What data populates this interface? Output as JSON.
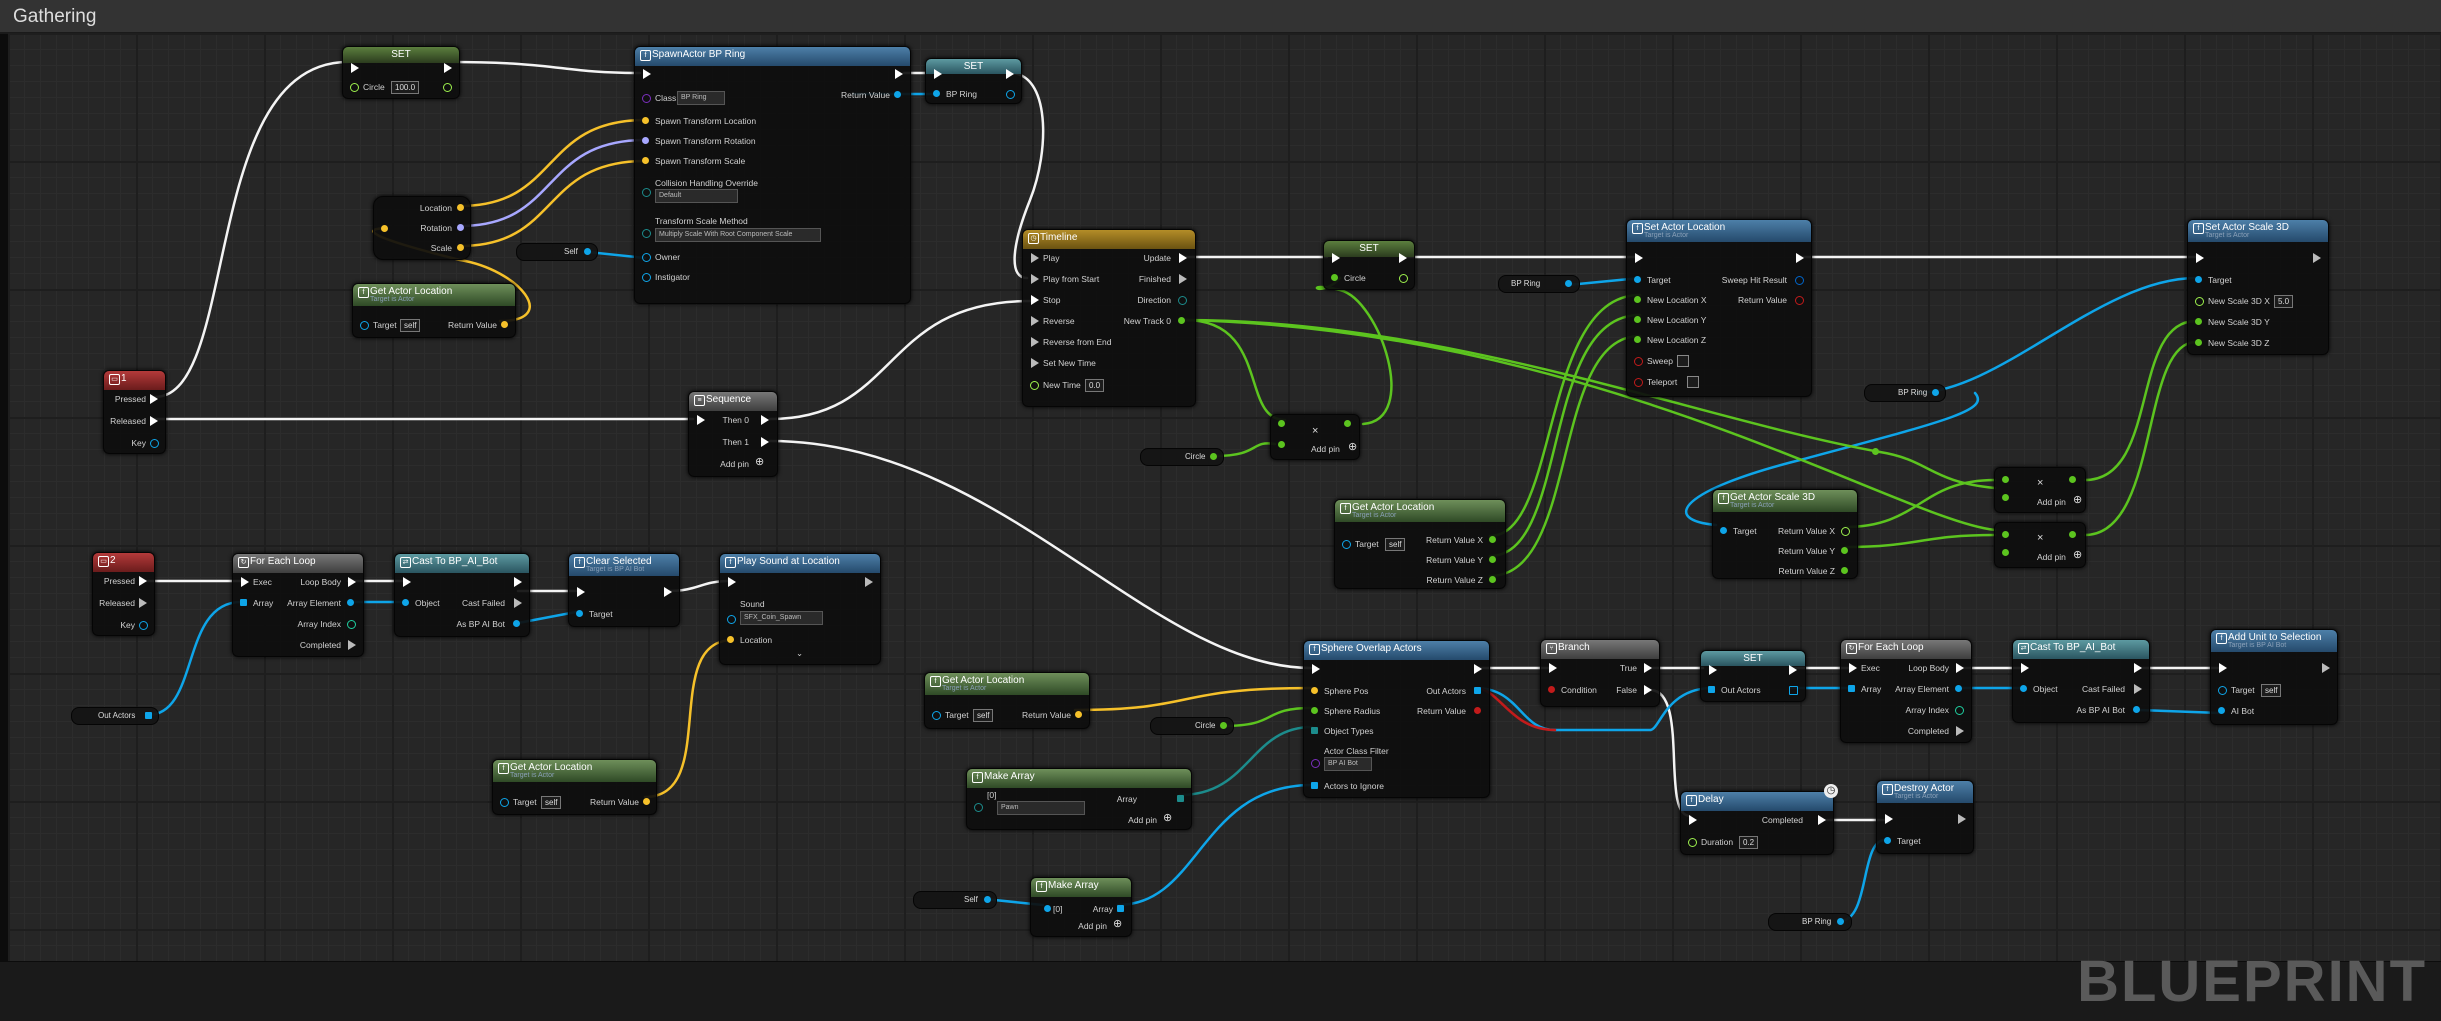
{
  "window": {
    "title": "Gathering",
    "watermark": "BLUEPRINT"
  },
  "colors": {
    "exec": "#ffffff",
    "object": "#0ea5e9",
    "float": "#9df14d",
    "vector": "#f6c12a",
    "rotator": "#a7a7ff",
    "struct": "#0066cc"
  },
  "nodes": {
    "set_circle": {
      "title": "SET",
      "pin": "Circle",
      "value": "100.0"
    },
    "spawn": {
      "title": "SpawnActor BP Ring",
      "class_label": "Class",
      "class_value": "BP Ring",
      "loc": "Spawn Transform Location",
      "rot": "Spawn Transform Rotation",
      "scale": "Spawn Transform Scale",
      "collision": "Collision Handling Override",
      "collision_value": "Default",
      "tsm": "Transform Scale Method",
      "tsm_value": "Multiply Scale With Root Component Scale",
      "owner": "Owner",
      "instigator": "Instigator",
      "ret": "Return Value"
    },
    "set_ring": {
      "title": "SET",
      "pin": "BP Ring"
    },
    "make_transform": {
      "loc": "Location",
      "rot": "Rotation",
      "scale": "Scale"
    },
    "self1": {
      "label": "Self"
    },
    "gal1": {
      "title": "Get Actor Location",
      "sub": "Target is Actor",
      "target": "Target",
      "target_value": "self",
      "ret": "Return Value"
    },
    "key1": {
      "title": "1",
      "pressed": "Pressed",
      "released": "Released",
      "key": "Key"
    },
    "sequence": {
      "title": "Sequence",
      "then0": "Then 0",
      "then1": "Then 1",
      "addpin": "Add pin"
    },
    "timeline": {
      "title": "Timeline",
      "play": "Play",
      "pfs": "Play from Start",
      "stop": "Stop",
      "reverse": "Reverse",
      "rfe": "Reverse from End",
      "snt": "Set New Time",
      "nt": "New Time",
      "nt_value": "0.0",
      "update": "Update",
      "finished": "Finished",
      "direction": "Direction",
      "track": "New Track 0"
    },
    "set_circle2": {
      "title": "SET",
      "pin": "Circle"
    },
    "multiply1": {
      "symbol": "×",
      "addpin": "Add pin"
    },
    "circle_var1": {
      "label": "Circle"
    },
    "ring_var1": {
      "label": "BP Ring"
    },
    "sal": {
      "title": "Set Actor Location",
      "sub": "Target is Actor",
      "target": "Target",
      "nlx": "New Location X",
      "nly": "New Location Y",
      "nlz": "New Location Z",
      "sweep": "Sweep",
      "teleport": "Teleport",
      "shr": "Sweep Hit Result",
      "ret": "Return Value"
    },
    "gal2": {
      "title": "Get Actor Location",
      "sub": "Target is Actor",
      "target": "Target",
      "target_value": "self",
      "rx": "Return Value X",
      "ry": "Return Value Y",
      "rz": "Return Value Z"
    },
    "sas": {
      "title": "Set Actor Scale 3D",
      "sub": "Target is Actor",
      "target": "Target",
      "nx": "New Scale 3D X",
      "nx_value": "5.0",
      "ny": "New Scale 3D Y",
      "nz": "New Scale 3D Z"
    },
    "ring_var2": {
      "label": "BP Ring"
    },
    "gas": {
      "title": "Get Actor Scale 3D",
      "sub": "Target is Actor",
      "target": "Target",
      "rx": "Return Value X",
      "ry": "Return Value Y",
      "rz": "Return Value Z"
    },
    "multiply2": {
      "symbol": "×",
      "addpin": "Add pin"
    },
    "multiply3": {
      "symbol": "×",
      "addpin": "Add pin"
    },
    "key2": {
      "title": "2",
      "pressed": "Pressed",
      "released": "Released",
      "key": "Key"
    },
    "foreach1": {
      "title": "For Each Loop",
      "exec": "Exec",
      "array": "Array",
      "body": "Loop Body",
      "elem": "Array Element",
      "index": "Array Index",
      "completed": "Completed"
    },
    "cast1": {
      "title": "Cast To BP_AI_Bot",
      "object": "Object",
      "failed": "Cast Failed",
      "as": "As BP AI Bot"
    },
    "clear": {
      "title": "Clear Selected",
      "sub": "Target is BP AI Bot",
      "target": "Target"
    },
    "sound": {
      "title": "Play Sound at Location",
      "sound": "Sound",
      "sound_value": "SFX_Coin_Spawn",
      "location": "Location"
    },
    "outactors1": {
      "label": "Out Actors"
    },
    "gal3": {
      "title": "Get Actor Location",
      "sub": "Target is Actor",
      "target": "Target",
      "target_value": "self",
      "ret": "Return Value"
    },
    "gal4": {
      "title": "Get Actor Location",
      "sub": "Target is Actor",
      "target": "Target",
      "target_value": "self",
      "ret": "Return Value"
    },
    "sphere": {
      "title": "Sphere Overlap Actors",
      "spos": "Sphere Pos",
      "srad": "Sphere Radius",
      "otypes": "Object Types",
      "acf": "Actor Class Filter",
      "acf_value": "BP AI Bot",
      "ignore": "Actors to Ignore",
      "out": "Out Actors",
      "ret": "Return Value"
    },
    "circle_var2": {
      "label": "Circle"
    },
    "makearr1": {
      "title": "Make Array",
      "idx": "[0]",
      "value": "Pawn",
      "array": "Array",
      "addpin": "Add pin"
    },
    "self2": {
      "label": "Self"
    },
    "makearr2": {
      "title": "Make Array",
      "idx": "[0]",
      "array": "Array",
      "addpin": "Add pin"
    },
    "branch": {
      "title": "Branch",
      "cond": "Condition",
      "true": "True",
      "false": "False"
    },
    "set_out": {
      "title": "SET",
      "pin": "Out Actors"
    },
    "foreach2": {
      "title": "For Each Loop",
      "exec": "Exec",
      "array": "Array",
      "body": "Loop Body",
      "elem": "Array Element",
      "index": "Array Index",
      "completed": "Completed"
    },
    "cast2": {
      "title": "Cast To BP_AI_Bot",
      "object": "Object",
      "failed": "Cast Failed",
      "as": "As BP AI Bot"
    },
    "addsel": {
      "title": "Add Unit to Selection",
      "sub": "Target is BP AI Bot",
      "target": "Target",
      "target_value": "self",
      "ai": "AI Bot"
    },
    "delay": {
      "title": "Delay",
      "dur": "Duration",
      "dur_value": "0.2",
      "completed": "Completed"
    },
    "destroy": {
      "title": "Destroy Actor",
      "sub": "Target is Actor",
      "target": "Target"
    },
    "ring_var3": {
      "label": "BP Ring"
    }
  }
}
